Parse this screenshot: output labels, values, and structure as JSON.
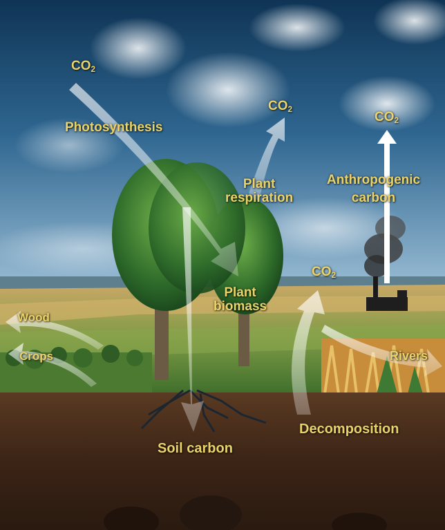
{
  "labels": {
    "co2_left": "CO",
    "co2_center": "CO",
    "co2_right": "CO",
    "co2_ground": "CO",
    "co2_sub": "2",
    "photosynthesis": "Photosynthesis",
    "plant_respiration": "Plant\nrespiration",
    "anthropogenic_carbon": "Anthropogenic\ncarbon",
    "plant_biomass": "Plant\nbiomass",
    "wood": "Wood",
    "crops": "Crops",
    "rivers": "Rivers",
    "decomposition": "Decomposition",
    "soil_carbon": "Soil carbon"
  },
  "colors": {
    "label_text": "#e9d36a",
    "sky_top": "#123a5e",
    "sky_bottom": "#7aa6c6",
    "soil": "#3b2416",
    "arrow_fill": "#ffffff"
  },
  "icons": [
    "tree",
    "factory-smokestack",
    "smoke-plume",
    "field-crops",
    "flow-arrow"
  ]
}
